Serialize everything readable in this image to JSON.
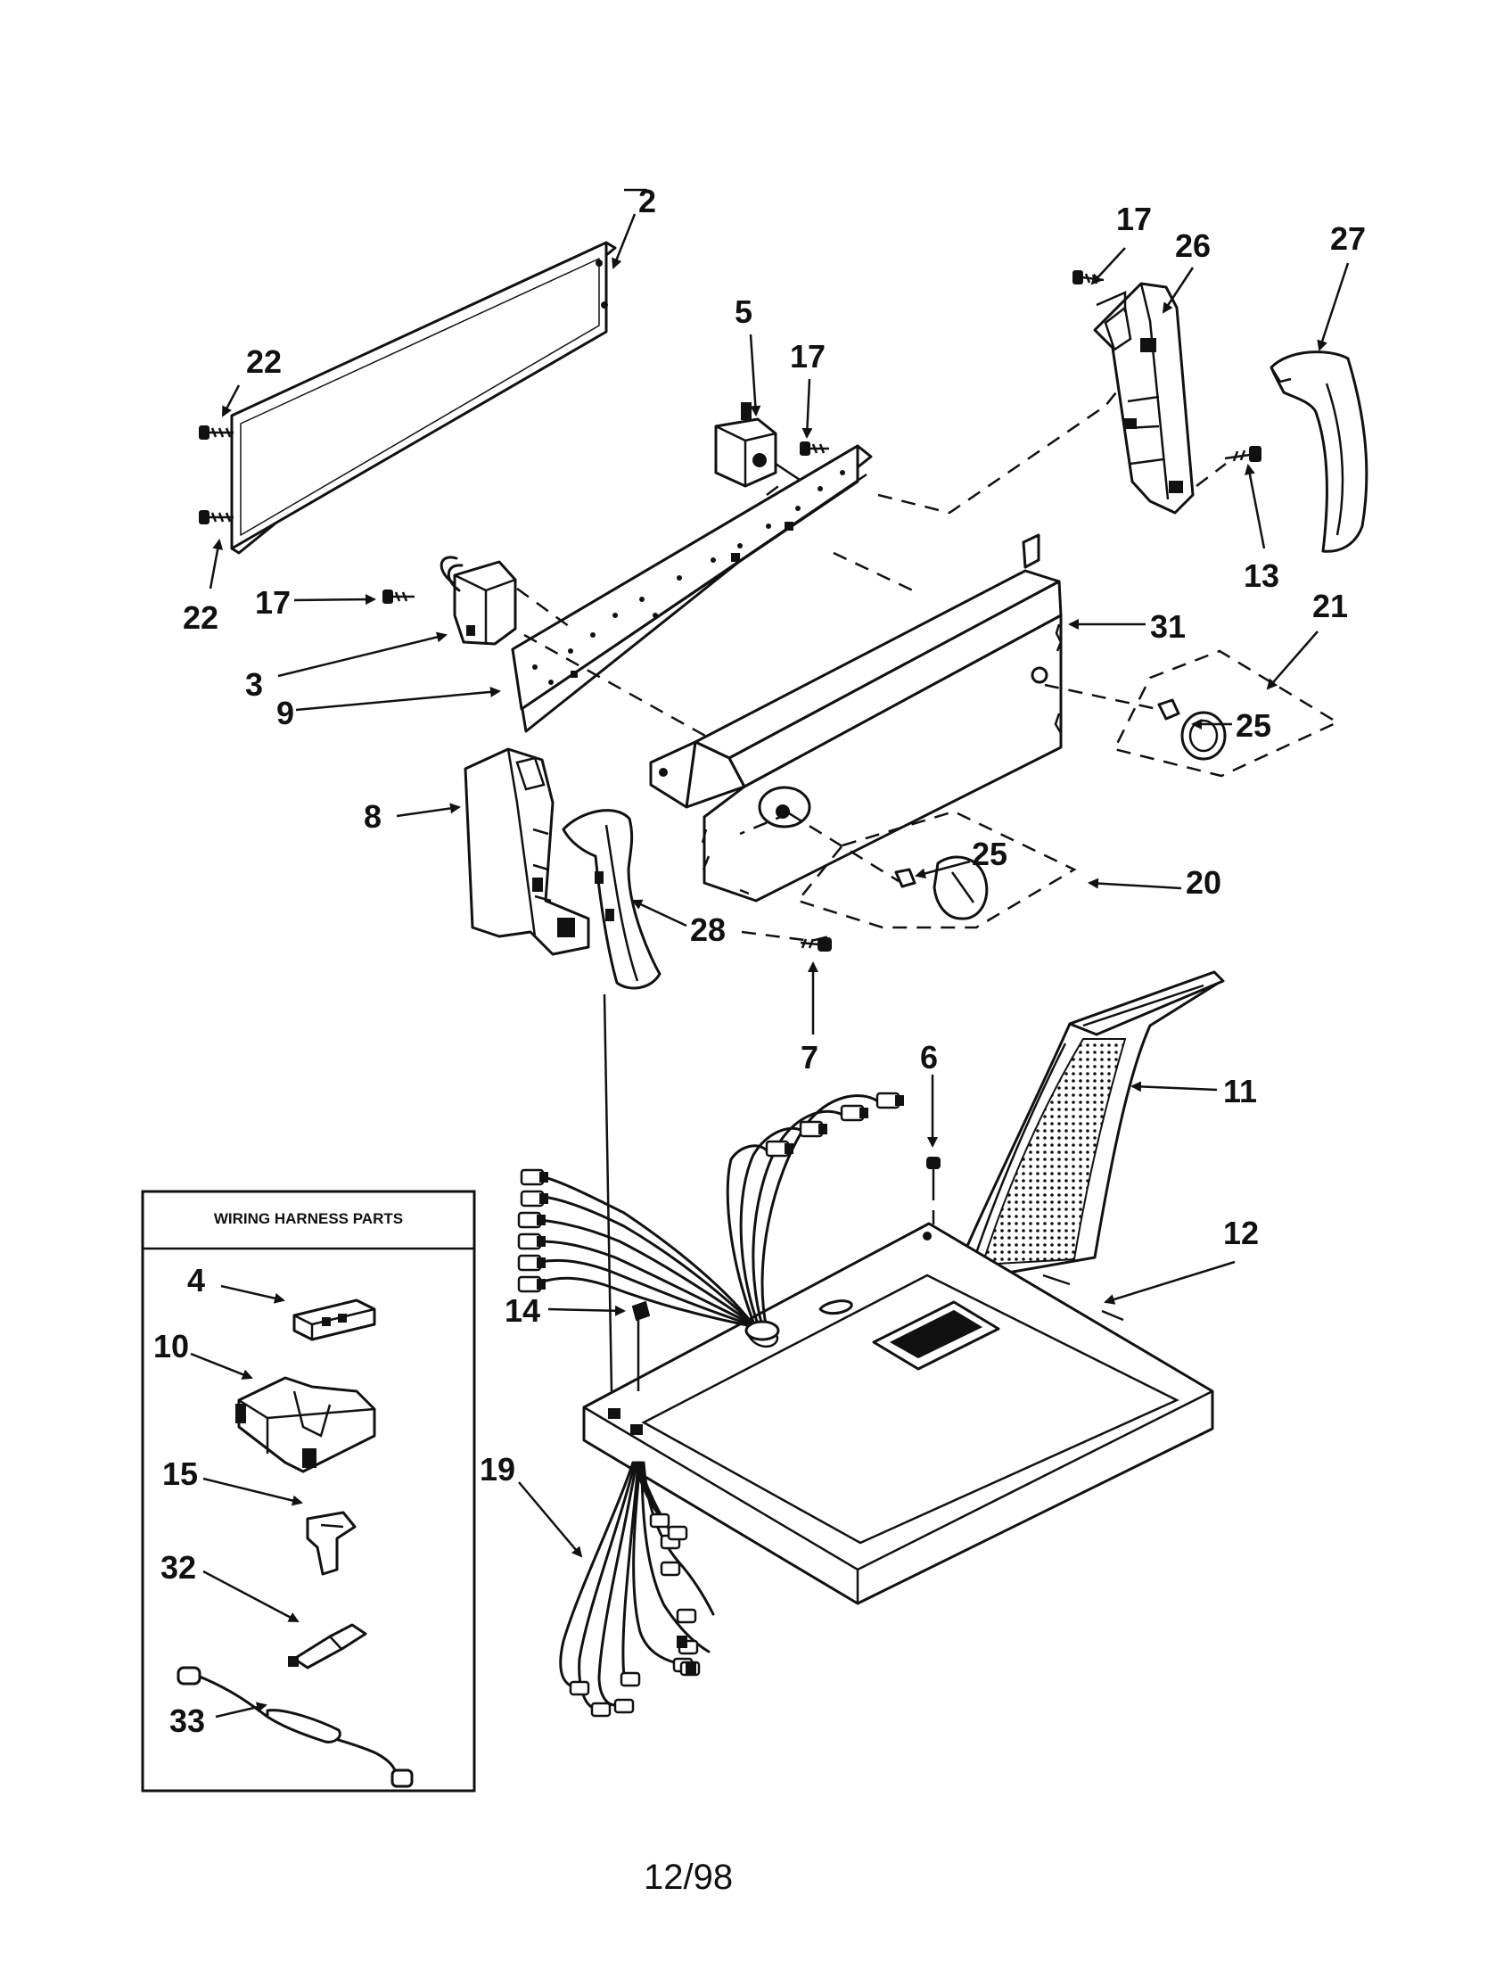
{
  "diagram": {
    "callouts": {
      "p2": "2",
      "p3": "3",
      "p4": "4",
      "p5": "5",
      "p6": "6",
      "p7": "7",
      "p8": "8",
      "p9": "9",
      "p10": "10",
      "p11": "11",
      "p12": "12",
      "p13": "13",
      "p14": "14",
      "p15": "15",
      "p17a": "17",
      "p17b": "17",
      "p17c": "17",
      "p19": "19",
      "p20": "20",
      "p21": "21",
      "p22a": "22",
      "p22b": "22",
      "p25a": "25",
      "p25b": "25",
      "p26": "26",
      "p27": "27",
      "p28": "28",
      "p31": "31",
      "p32": "32",
      "p33": "33"
    },
    "inset_title": "WIRING HARNESS PARTS",
    "footer_code": "12/98"
  }
}
